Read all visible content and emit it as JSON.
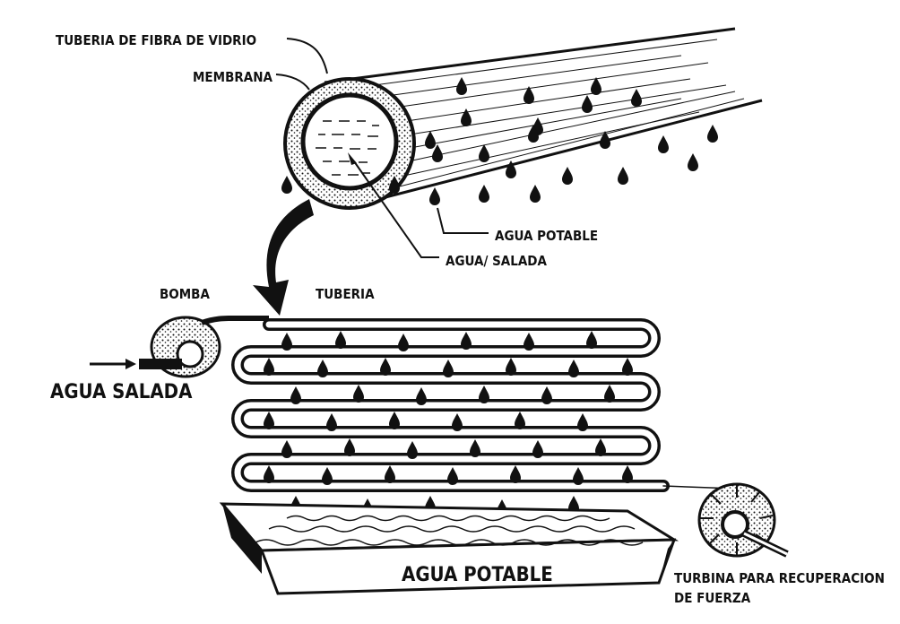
{
  "labels": {
    "fiber_pipe": "TUBERIA DE FIBRA DE VIDRIO",
    "membrane": "MEMBRANA",
    "potable_top": "AGUA POTABLE",
    "saltwater_top": "AGUA/ SALADA",
    "pump": "BOMBA",
    "pipe": "TUBERIA",
    "saltwater_in": "AGUA SALADA",
    "potable_tank": "AGUA POTABLE",
    "turbine_line1": "TURBINA PARA RECUPERACION",
    "turbine_line2": "DE FUERZA"
  },
  "colors": {
    "ink": "#111111",
    "background": "#ffffff"
  }
}
